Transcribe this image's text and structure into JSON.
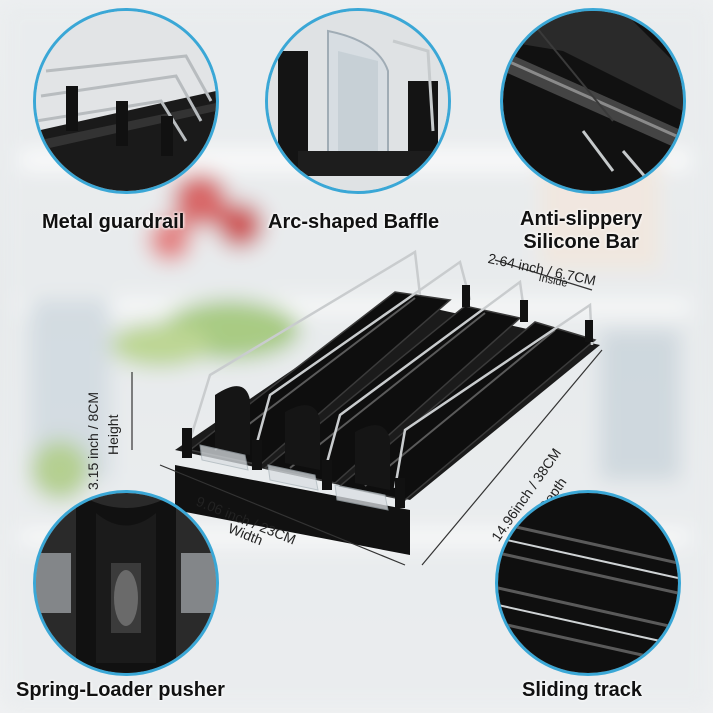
{
  "features": {
    "top_left": "Metal guardrail",
    "top_middle": "Arc-shaped Baffle",
    "top_right_line1": "Anti-slippery",
    "top_right_line2": "Silicone Bar",
    "bottom_left": "Spring-Loader pusher",
    "bottom_right": "Sliding track"
  },
  "dimensions": {
    "inside_width": "2.64 inch / 6.7CM",
    "inside_note": "Inside",
    "height_value": "3.15 inch / 8CM",
    "height_label": "Height",
    "width_value": "9.06 inch / 23CM",
    "width_label": "Width",
    "depth_value": "14.96inch / 38CM",
    "depth_label": "Depth"
  },
  "colors": {
    "circle_border": "#3aa7d6",
    "product_black": "#151515",
    "metal": "#c9ccce"
  }
}
